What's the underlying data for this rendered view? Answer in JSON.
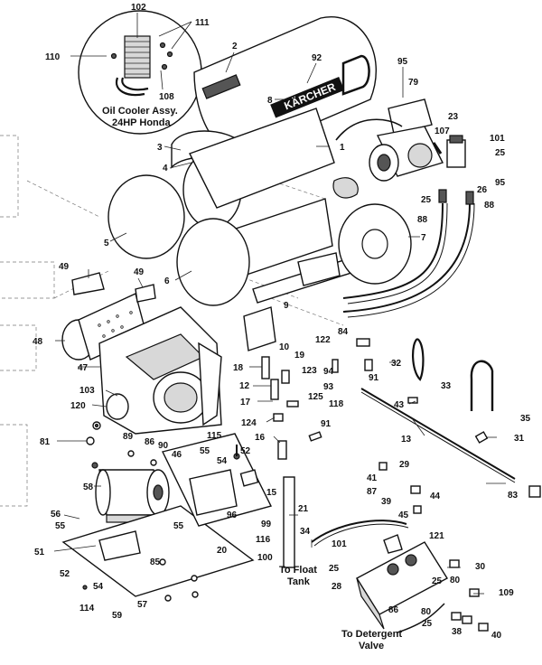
{
  "brand_text": "KÄRCHER",
  "captions": {
    "oil_cooler_line1": "Oil Cooler Assy.",
    "oil_cooler_line2": "24HP Honda",
    "float_tank_line1": "To Float",
    "float_tank_line2": "Tank",
    "detergent_line1": "To Detergent",
    "detergent_line2": "Valve"
  },
  "labels": {
    "l102": "102",
    "l111": "111",
    "l110": "110",
    "l108": "108",
    "l2": "2",
    "l92": "92",
    "l95a": "95",
    "l79": "79",
    "l8": "8",
    "l23": "23",
    "l107": "107",
    "l101a": "101",
    "l25a": "25",
    "l3": "3",
    "l1": "1",
    "l4": "4",
    "l95b": "95",
    "l26": "26",
    "l25b": "25",
    "l88a": "88",
    "l88b": "88",
    "l5": "5",
    "l7": "7",
    "l49a": "49",
    "l49b": "49",
    "l6": "6",
    "l9": "9",
    "l84": "84",
    "l48": "48",
    "l122": "122",
    "l10": "10",
    "l19": "19",
    "l18": "18",
    "l47": "47",
    "l94": "94",
    "l93": "93",
    "l91a": "91",
    "l32": "32",
    "l123": "123",
    "l12": "12",
    "l33": "33",
    "l103": "103",
    "l17": "17",
    "l125": "125",
    "l118": "118",
    "l120": "120",
    "l43": "43",
    "l124": "124",
    "l91b": "91",
    "l35": "35",
    "l89": "89",
    "l86a": "86",
    "l90": "90",
    "l16": "16",
    "l13": "13",
    "l81": "81",
    "l31": "31",
    "l115": "115",
    "l52a": "52",
    "l46": "46",
    "l55a": "55",
    "l54a": "54",
    "l29": "29",
    "l58": "58",
    "l15": "15",
    "l41": "41",
    "l87": "87",
    "l44": "44",
    "l83": "83",
    "l21": "21",
    "l39": "39",
    "l56": "56",
    "l96": "96",
    "l45": "45",
    "l55b": "55",
    "l55c": "55",
    "l99": "99",
    "l34": "34",
    "l116": "116",
    "l121": "121",
    "l101b": "101",
    "l51": "51",
    "l20": "20",
    "l85": "85",
    "l100": "100",
    "l25c": "25",
    "l30": "30",
    "l52b": "52",
    "l80a": "80",
    "l54b": "54",
    "l28": "28",
    "l25d": "25",
    "l109": "109",
    "l57": "57",
    "l114": "114",
    "l59": "59",
    "l86b": "86",
    "l80b": "80",
    "l25e": "25",
    "l38": "38",
    "l40": "40"
  }
}
